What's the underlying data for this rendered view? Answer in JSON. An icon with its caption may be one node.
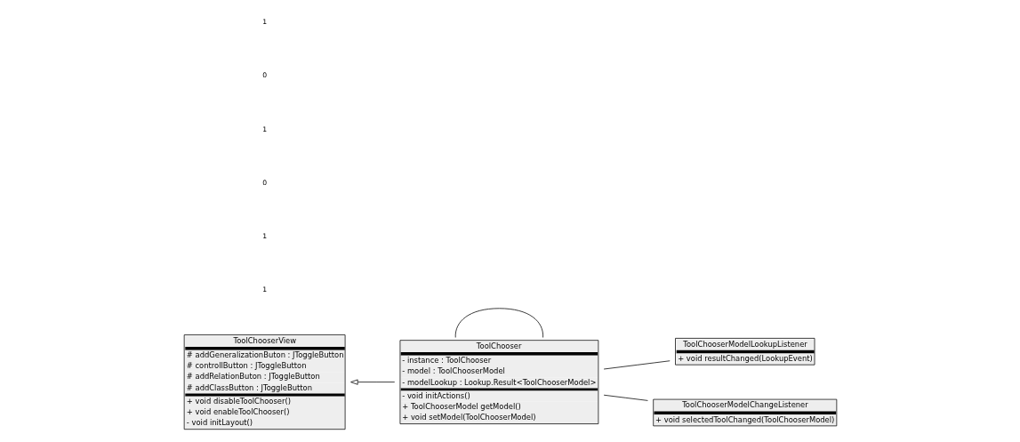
{
  "diagram": {
    "nodes": [
      {
        "text": [
          "ToolChooserView",
          "# addGeneralizationButon : JToggleButton",
          "# controllButton : JToggleButton",
          "# addRelationButon : JToggleButton",
          "# addClassButton : JToggleButton",
          "+ void disableToolChooser()",
          "+ void enableToolChooser()",
          "- void initLayout()"
        ]
      },
      {
        "text": [
          "ToolChooser",
          "- instance : ToolChooser",
          "- model : ToolChooserModel",
          "- modelLookup : Lookup.Result<ToolChooserModel>",
          "- void initActions()",
          "+ ToolChooserModel getModel()",
          "+ void setModel(ToolChooserModel)"
        ]
      },
      {
        "text": [
          "ToolChooserModelLookupListener",
          "+ void resultChanged(LookupEvent)"
        ]
      },
      {
        "text": [
          "ToolChooserModelChangeListener",
          "+ void selectedToolChanged(ToolChooserModel)"
        ]
      }
    ],
    "edges": [
      {
        "from": 1,
        "to": 0,
        "arrow": "to"
      },
      {
        "from": 1,
        "to": 1,
        "arrow": "none"
      },
      {
        "from": 1,
        "to": 2,
        "arrow": "none"
      },
      {
        "from": 1,
        "to": 3,
        "arrow": "none"
      }
    ],
    "labels": [
      "1",
      "1",
      "0",
      "1",
      "0",
      "1"
    ]
  }
}
